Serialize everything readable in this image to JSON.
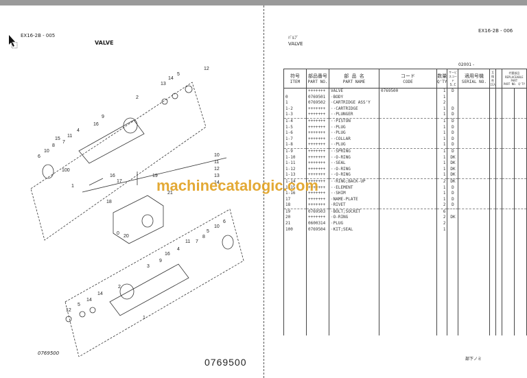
{
  "left_page": {
    "ref": "EX16-2B - 005",
    "title": "VALVE",
    "footer_small": "0769500",
    "footer_big": "0769500",
    "callouts": [
      "0",
      "1",
      "3",
      "4",
      "5",
      "6",
      "7",
      "8",
      "9",
      "10",
      "11",
      "12",
      "13",
      "14",
      "15",
      "16",
      "17",
      "18",
      "19",
      "20",
      "21",
      "100"
    ]
  },
  "right_page": {
    "ref": "EX16-2B - 006",
    "title_jp": "ﾊﾞﾙﾌﾞ",
    "title": "VALVE",
    "serial_range": "02001 -",
    "footer": "部下ノミ",
    "headers": {
      "item_jp": "符号",
      "item": "ITEM",
      "part_no_jp": "部品番号",
      "part_no": "PART NO.",
      "name_jp": "部 品 名",
      "name": "PART NAME",
      "code_jp": "コード",
      "code": "CODE",
      "qty_jp": "数量",
      "qty": "Q'TY",
      "sc_jp": "サービスコード",
      "sc": "S.C",
      "serial_jp": "適用号機",
      "serial": "SERIAL NO.",
      "ica_jp": "互換性",
      "ica": "ICA",
      "repl_jp": "代替部品",
      "repl": "REPLACEABLE PART",
      "repl_part_jp": "部品番号",
      "repl_part": "PART NO.",
      "repl_qty_jp": "数量",
      "repl_qty": "Q'TY"
    },
    "rows": [
      {
        "item": "",
        "part": "+++++++",
        "name": "VALVE",
        "code": "0769500",
        "qty": "1",
        "sc": "D"
      },
      {
        "item": "0",
        "part": "0769501",
        "name": "·BODY",
        "code": "",
        "qty": "1",
        "sc": ""
      },
      {
        "item": "1",
        "part": "0769502",
        "name": "·CARTRIDGE ASS'Y",
        "code": "",
        "qty": "2",
        "sc": ""
      },
      {
        "item": "1-2",
        "part": "+++++++",
        "name": "··CARTRIDGE",
        "code": "",
        "qty": "1",
        "sc": "D"
      },
      {
        "item": "1-3",
        "part": "+++++++",
        "name": "··PLUNGER",
        "code": "",
        "qty": "1",
        "sc": "D"
      },
      {
        "item": "1-4",
        "part": "+++++++",
        "name": "··PISTON",
        "code": "",
        "qty": "1",
        "sc": "D"
      },
      {
        "item": "1-5",
        "part": "+++++++",
        "name": "··PLUG",
        "code": "",
        "qty": "1",
        "sc": "D"
      },
      {
        "item": "1-6",
        "part": "+++++++",
        "name": "··PLUG",
        "code": "",
        "qty": "1",
        "sc": "D"
      },
      {
        "item": "1-7",
        "part": "+++++++",
        "name": "··COLLAR",
        "code": "",
        "qty": "1",
        "sc": "D"
      },
      {
        "item": "1-8",
        "part": "+++++++",
        "name": "··PLUG",
        "code": "",
        "qty": "1",
        "sc": "D"
      },
      {
        "item": "1-9",
        "part": "+++++++",
        "name": "··SPRING",
        "code": "",
        "qty": "1",
        "sc": "D"
      },
      {
        "item": "1-10",
        "part": "+++++++",
        "name": "··O-RING",
        "code": "",
        "qty": "1",
        "sc": "DK"
      },
      {
        "item": "1-11",
        "part": "+++++++",
        "name": "··SEAL",
        "code": "",
        "qty": "1",
        "sc": "DK"
      },
      {
        "item": "1-12",
        "part": "+++++++",
        "name": "··O-RING",
        "code": "",
        "qty": "1",
        "sc": "DK"
      },
      {
        "item": "1-13",
        "part": "+++++++",
        "name": "··O-RING",
        "code": "",
        "qty": "1",
        "sc": "DK"
      },
      {
        "item": "1-14",
        "part": "+++++++",
        "name": "··RING;BACK-UP",
        "code": "",
        "qty": "2",
        "sc": "DK"
      },
      {
        "item": "1-15",
        "part": "+++++++",
        "name": "··ELEMENT",
        "code": "",
        "qty": "1",
        "sc": "D"
      },
      {
        "item": "1-16",
        "part": "+++++++",
        "name": "··SHIM",
        "code": "",
        "qty": "1",
        "sc": "D"
      },
      {
        "item": "17",
        "part": "+++++++",
        "name": "·NAME-PLATE",
        "code": "",
        "qty": "1",
        "sc": "D"
      },
      {
        "item": "18",
        "part": "+++++++",
        "name": "·RIVET",
        "code": "",
        "qty": "2",
        "sc": "D"
      },
      {
        "item": "19",
        "part": "0769503",
        "name": "·BOLT;SOCKET",
        "code": "",
        "qty": "6",
        "sc": ""
      },
      {
        "item": "20",
        "part": "+++++++",
        "name": "·O-RING",
        "code": "",
        "qty": "2",
        "sc": "DK"
      },
      {
        "item": "21",
        "part": "0600314",
        "name": "·PLUG",
        "code": "",
        "qty": "2",
        "sc": ""
      },
      {
        "item": "100",
        "part": "0769504",
        "name": "·KIT;SEAL",
        "code": "",
        "qty": "1",
        "sc": ""
      }
    ]
  },
  "watermark": "machinecatalogic.com",
  "colors": {
    "watermark": "#e0a020",
    "topbar": "#9a9a9a"
  }
}
